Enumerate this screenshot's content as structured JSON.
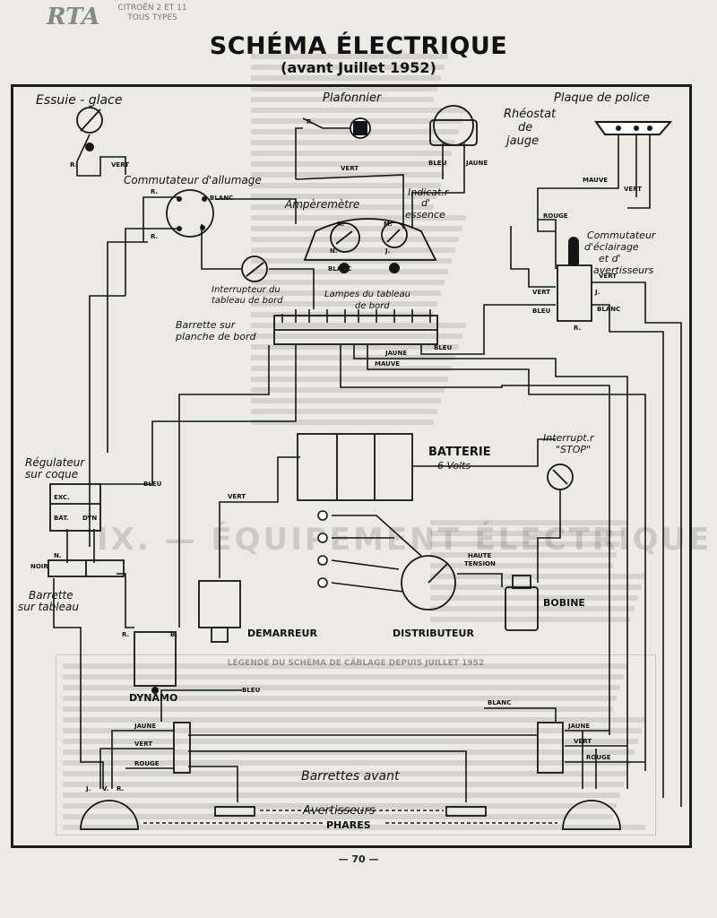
{
  "header": {
    "logo_text": "RTA",
    "tag_line1": "CITROËN 2 ET 11",
    "tag_line2": "TOUS TYPES"
  },
  "title": "SCHÉMA ÉLECTRIQUE",
  "subtitle": "(avant Juillet 1952)",
  "page_number": "— 70 —",
  "background_heading": "IX. — ÉQUIPEMENT ÉLECTRIQUE",
  "legend_title": "LÉGENDE DU SCHÉMA DE CÂBLAGE DEPUIS JUILLET 1952",
  "components": {
    "essuie_glace": "Essuie - glace",
    "plafonnier": "Plafonnier",
    "plaque_police": "Plaque de police",
    "rheostat_1": "Rhéostat",
    "rheostat_2": "de",
    "rheostat_3": "jauge",
    "commutateur_allumage": "Commutateur d'allumage",
    "indicat_1": "Indicat.r",
    "indicat_2": "d'",
    "indicat_3": "essence",
    "amperemetre": "Ampèremètre",
    "commutateur_eclairage_1": "Commutateur",
    "commutateur_eclairage_2": "d'éclairage",
    "commutateur_eclairage_3": "et d'",
    "commutateur_eclairage_4": "avertisseurs",
    "interrupteur_tableau_1": "Interrupteur du",
    "interrupteur_tableau_2": "tableau de bord",
    "lampes_tableau_1": "Lampes du tableau",
    "lampes_tableau_2": "de        bord",
    "barrette_planche_1": "Barrette sur",
    "barrette_planche_2": "planche de bord",
    "batterie_1": "BATTERIE",
    "batterie_2": "6 Volts",
    "interrupt_stop_1": "Interrupt.r",
    "interrupt_stop_2": "\"STOP\"",
    "regulateur_1": "Régulateur",
    "regulateur_2": "sur coque",
    "barrette_tableau_1": "Barrette",
    "barrette_tableau_2": "sur tableau",
    "demarreur": "DEMARREUR",
    "distributeur": "DISTRIBUTEUR",
    "bobine": "BOBINE",
    "haute_tension_1": "HAUTE",
    "haute_tension_2": "TENSION",
    "dynamo": "DYNAMO",
    "barrettes_avant": "Barrettes avant",
    "avertisseurs": "Avertisseurs",
    "phares": "PHARES"
  },
  "wire_labels": {
    "vert": "VERT",
    "jaune": "JAUNE",
    "bleu": "BLEU",
    "blanc": "BLANC",
    "rouge": "ROUGE",
    "mauve": "MAUVE",
    "noir": "NOIR",
    "r": "R.",
    "n": "N.",
    "v": "V.",
    "j": "J.",
    "m": "M.",
    "b": "B.",
    "exc": "EXC.",
    "bat": "BAT.",
    "dyn": "DYN"
  },
  "colors": {
    "ink": "#151515",
    "paper": "#eceae5"
  }
}
